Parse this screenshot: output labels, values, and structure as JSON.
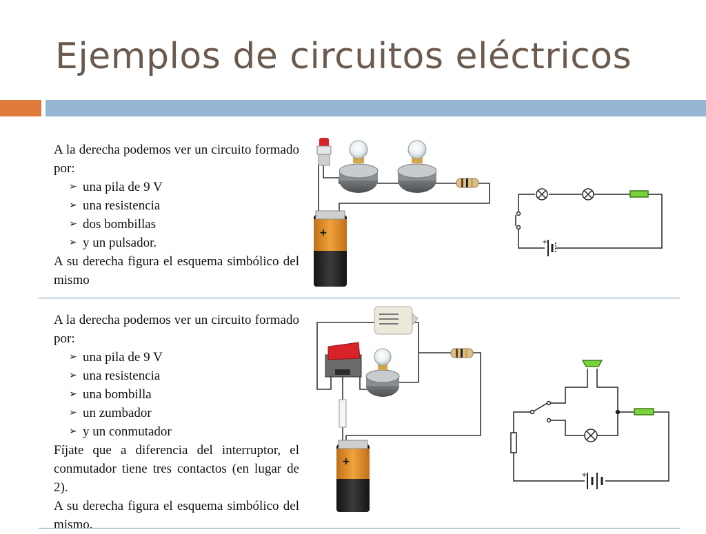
{
  "slide": {
    "title": "Ejemplos de circuitos eléctricos"
  },
  "section1": {
    "intro": "A la derecha podemos ver un circuito formado por:",
    "items": [
      "una pila de 9 V",
      "una resistencia",
      "dos bombillas",
      "y un pulsador."
    ],
    "outro": "A su derecha figura el esquema simbólico del mismo"
  },
  "section2": {
    "intro": "A la derecha podemos ver un circuito formado por:",
    "items": [
      "una pila de 9 V",
      "una resistencia",
      "una bombilla",
      "un zumbador",
      "y un conmutador"
    ],
    "note": "Fíjate que a diferencia del interruptor, el conmutador tiene tres contactos (en lugar de 2).",
    "outro": "A su derecha figura el esquema simbólico del mismo."
  },
  "battery_sign": "+",
  "schematic_sign": "+",
  "colors": {
    "title": "#6b5a4e",
    "accent_orange": "#e07b3b",
    "accent_blue": "#94b6d2",
    "battery_orange": "#e8952f",
    "resistor_green": "#7cd23c",
    "switch_red": "#d8232a"
  }
}
